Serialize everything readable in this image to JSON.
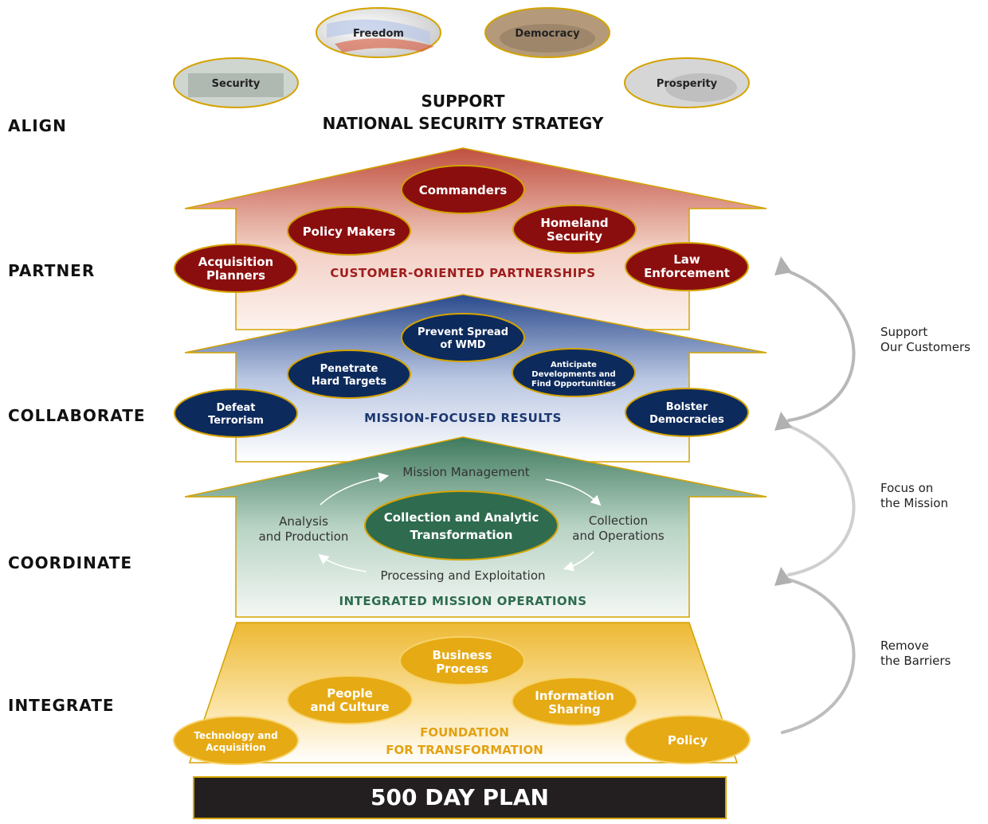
{
  "values": {
    "freedom": "Freedom",
    "democracy": "Democracy",
    "security": "Security",
    "prosperity": "Prosperity"
  },
  "support_title": [
    "SUPPORT",
    "NATIONAL SECURITY STRATEGY"
  ],
  "left_labels": {
    "align": "ALIGN",
    "partner": "PARTNER",
    "collaborate": "COLLABORATE",
    "coordinate": "COORDINATE",
    "integrate": "INTEGRATE"
  },
  "partner_tier": {
    "caption": "CUSTOMER-ORIENTED PARTNERSHIPS",
    "commanders": [
      "Commanders"
    ],
    "policy_makers": [
      "Policy Makers"
    ],
    "homeland_security": [
      "Homeland",
      "Security"
    ],
    "acquisition_planners": [
      "Acquisition",
      "Planners"
    ],
    "law_enforcement": [
      "Law",
      "Enforcement"
    ]
  },
  "collaborate_tier": {
    "caption": "MISSION-FOCUSED RESULTS",
    "prevent_wmd": [
      "Prevent Spread",
      "of WMD"
    ],
    "penetrate": [
      "Penetrate",
      "Hard Targets"
    ],
    "anticipate": [
      "Anticipate",
      "Developments and",
      "Find Opportunities"
    ],
    "defeat_terrorism": [
      "Defeat",
      "Terrorism"
    ],
    "bolster": [
      "Bolster",
      "Democracies"
    ]
  },
  "coordinate_tier": {
    "caption": "INTEGRATED MISSION OPERATIONS",
    "center": [
      "Collection and Analytic",
      "Transformation"
    ],
    "top": "Mission Management",
    "left": [
      "Analysis",
      "and Production"
    ],
    "right": [
      "Collection",
      "and Operations"
    ],
    "bottom": "Processing and Exploitation"
  },
  "integrate_tier": {
    "caption": [
      "FOUNDATION",
      "FOR TRANSFORMATION"
    ],
    "business_process": [
      "Business",
      "Process"
    ],
    "people_culture": [
      "People",
      "and Culture"
    ],
    "information_sharing": [
      "Information",
      "Sharing"
    ],
    "tech_acquisition": [
      "Technology and",
      "Acquisition"
    ],
    "policy": [
      "Policy"
    ]
  },
  "side_notes": {
    "support": [
      "Support",
      "Our Customers"
    ],
    "focus": [
      "Focus on",
      "the Mission"
    ],
    "remove": [
      "Remove",
      "the Barriers"
    ]
  },
  "plan_bar": "500 DAY PLAN",
  "colors": {
    "red": "#8b0e0f",
    "blue": "#0d2a5c",
    "green": "#2e6b4f",
    "gold": "#e6aa14",
    "gold_border": "#d9a300"
  }
}
